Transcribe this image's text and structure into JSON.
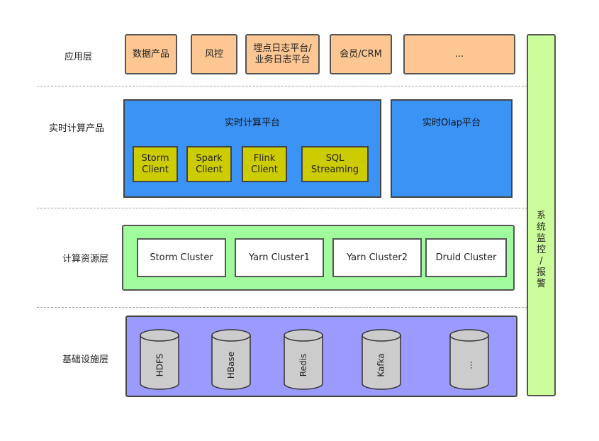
{
  "layers": {
    "application": "应用层",
    "realtime_products": "实时计算产品",
    "compute_resource": "计算资源层",
    "infrastructure": "基础设施层"
  },
  "application": {
    "data_products": "数据产品",
    "risk_control": "风控",
    "log_platform_line1": "埋点日志平台/",
    "log_platform_line2": "业务日志平台",
    "member_crm": "会员/CRM",
    "more": "..."
  },
  "realtime": {
    "compute_platform": "实时计算平台",
    "olap_platform": "实时Olap平台",
    "clients": [
      {
        "line1": "Storm",
        "line2": "Client"
      },
      {
        "line1": "Spark",
        "line2": "Client"
      },
      {
        "line1": "Flink",
        "line2": "Client"
      },
      {
        "line1": "SQL",
        "line2": "Streaming"
      }
    ]
  },
  "clusters": [
    "Storm Cluster",
    "Yarn Cluster1",
    "Yarn Cluster2",
    "Druid Cluster"
  ],
  "storage": [
    "HDFS",
    "HBase",
    "Redis",
    "Kafka",
    "..."
  ],
  "monitoring": [
    "系",
    "统",
    "监",
    "控",
    "/",
    "报",
    "警"
  ],
  "colors": {
    "application": "#fcc792",
    "realtime": "#3b93f5",
    "client": "#cccc00",
    "compute": "#9ffb9b",
    "infrastructure": "#9b9bff",
    "monitoring": "#cbfe9b",
    "storage": "#cccccc"
  }
}
